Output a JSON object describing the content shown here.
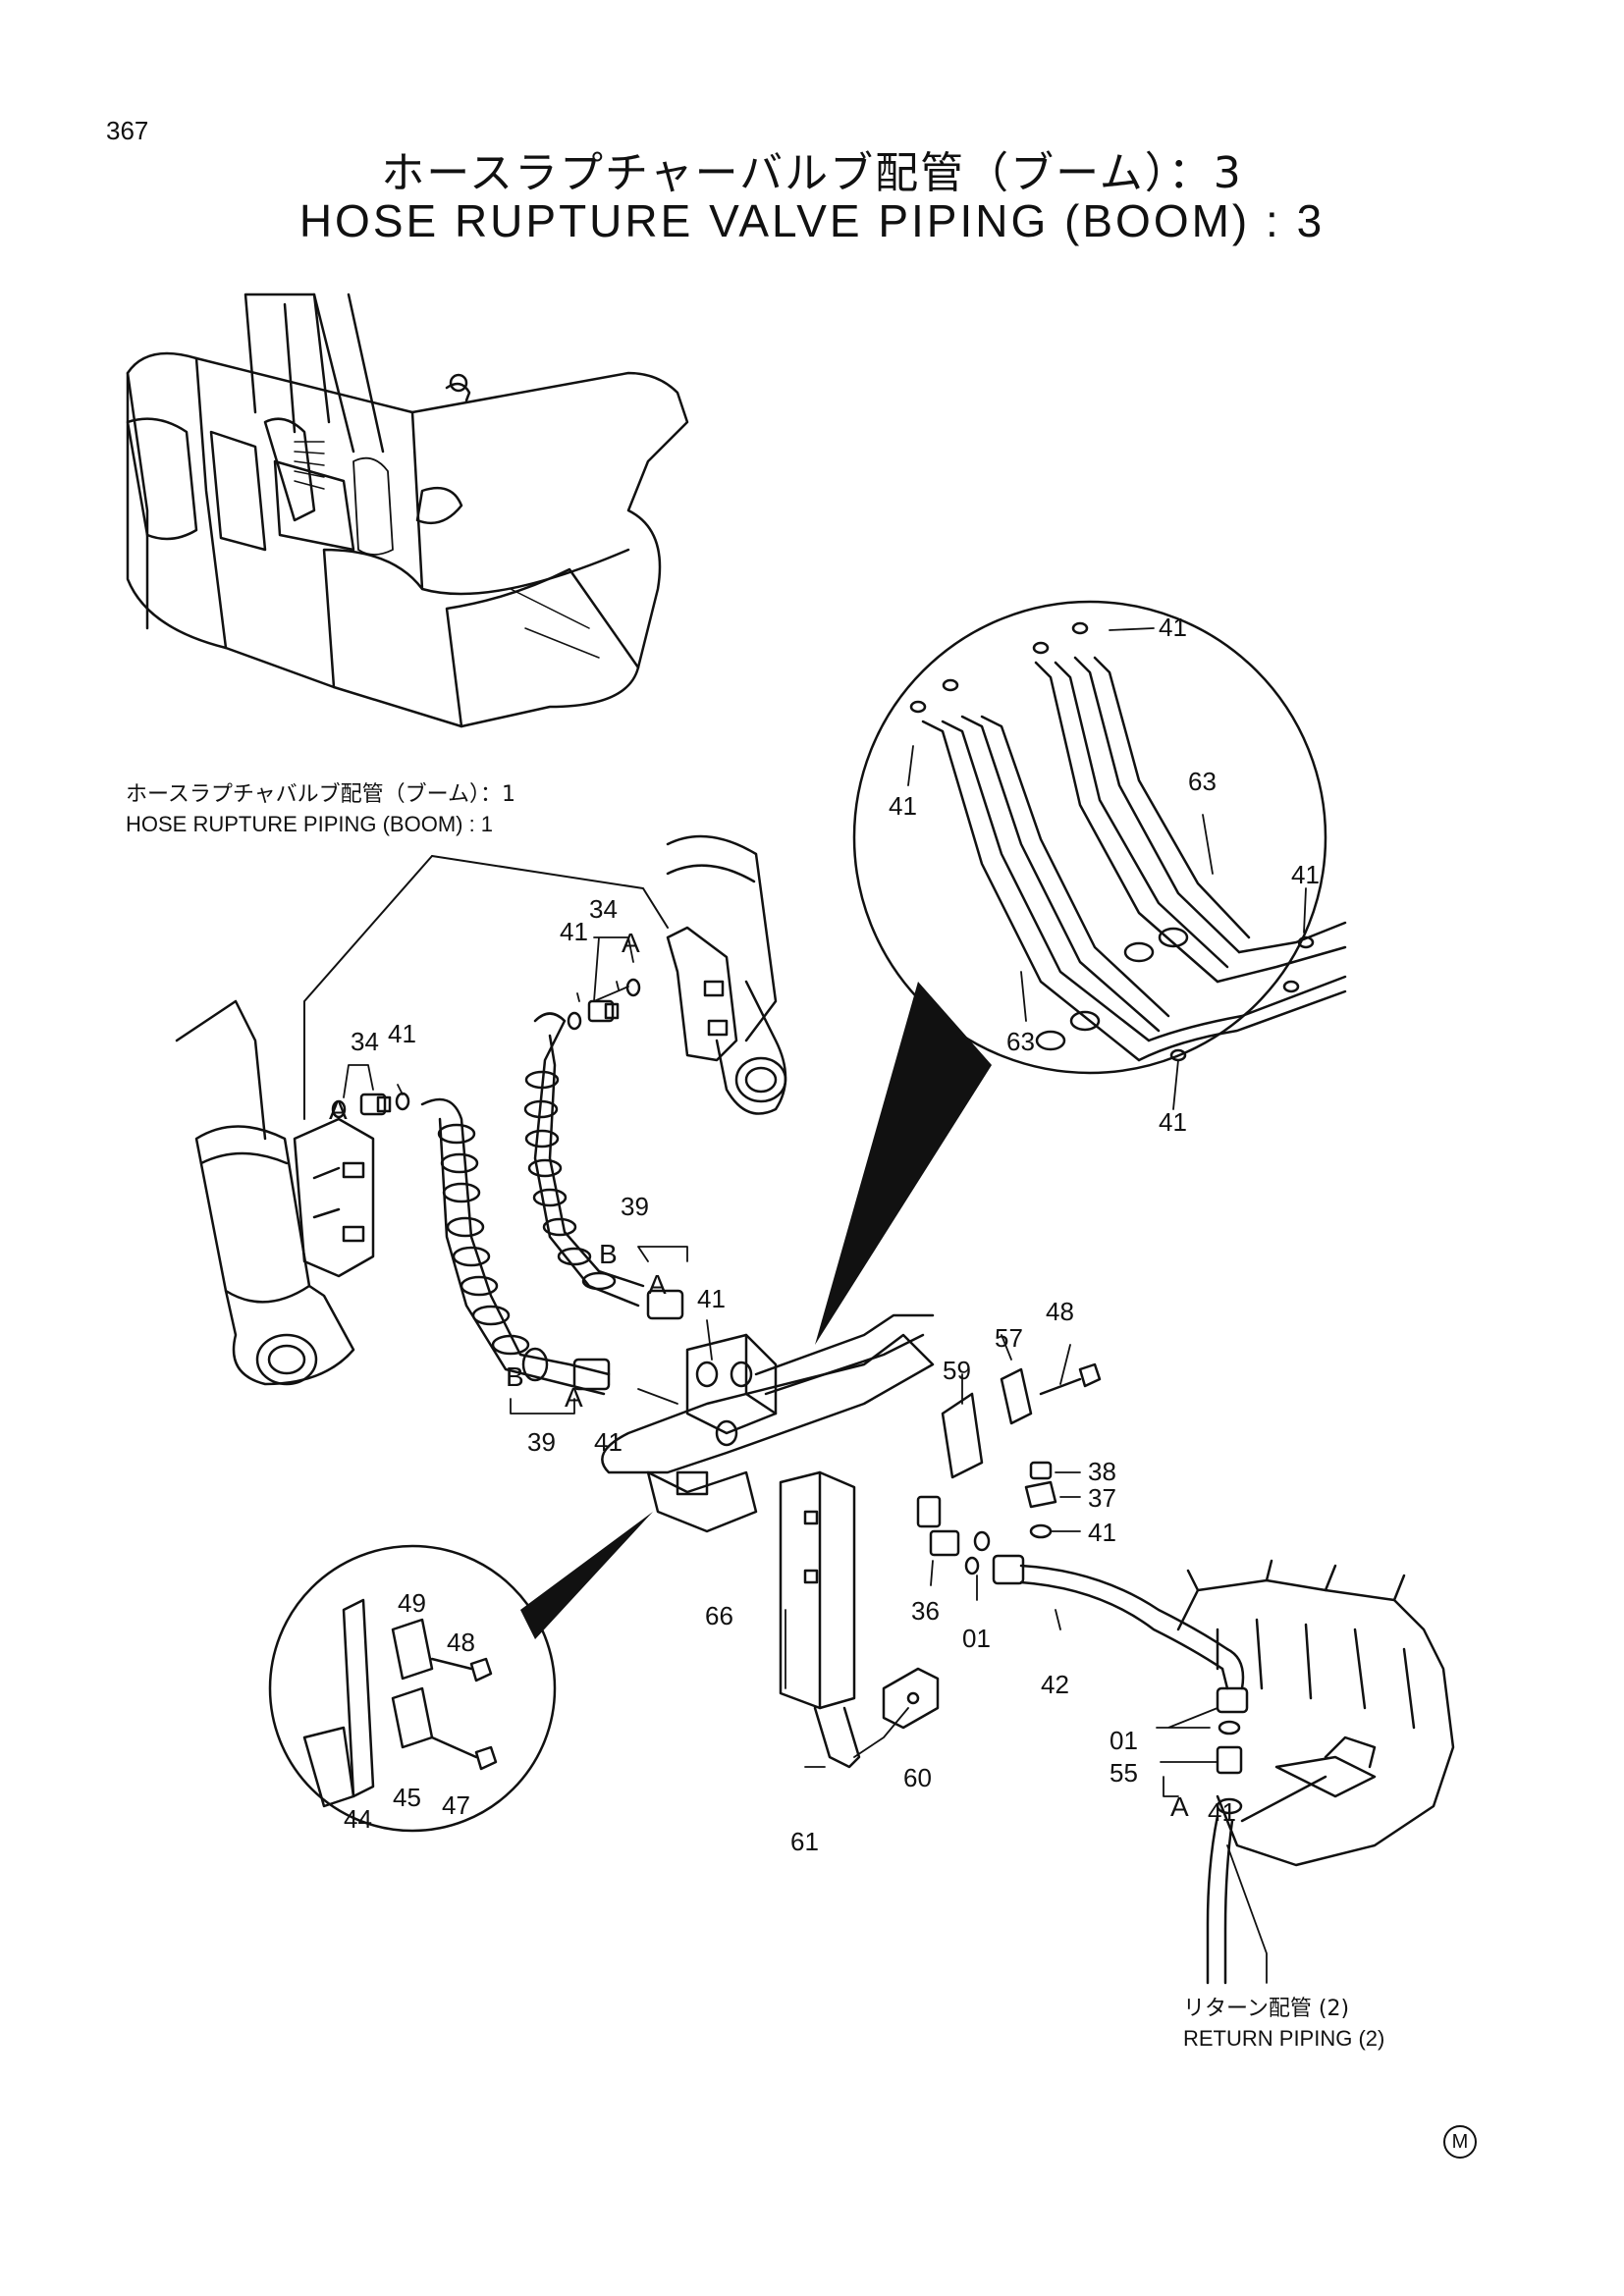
{
  "page": {
    "number": "367",
    "title_jp": "ホースラプチャーバルブ配管（ブーム）：3",
    "title_en": "HOSE RUPTURE VALVE PIPING (BOOM) : 3"
  },
  "references": {
    "boom_piping": {
      "jp": "ホースラプチャバルブ配管（ブーム）：1",
      "en": "HOSE RUPTURE PIPING (BOOM) : 1"
    },
    "return_piping": {
      "jp": "リターン配管 (2)",
      "en": "RETURN PIPING (2)"
    }
  },
  "mark": "M",
  "callouts": [
    {
      "id": "c41a",
      "text": "41"
    },
    {
      "id": "c41b",
      "text": "41"
    },
    {
      "id": "c63a",
      "text": "63"
    },
    {
      "id": "c41c",
      "text": "41"
    },
    {
      "id": "c63b",
      "text": "63"
    },
    {
      "id": "c41d",
      "text": "41"
    },
    {
      "id": "c41e",
      "text": "41"
    },
    {
      "id": "c34a",
      "text": "34"
    },
    {
      "id": "c34b",
      "text": "34"
    },
    {
      "id": "c41f",
      "text": "41"
    },
    {
      "id": "c39a",
      "text": "39"
    },
    {
      "id": "c41g",
      "text": "41"
    },
    {
      "id": "c39b",
      "text": "39"
    },
    {
      "id": "c41h",
      "text": "41"
    },
    {
      "id": "c48a",
      "text": "48"
    },
    {
      "id": "c57",
      "text": "57"
    },
    {
      "id": "c59",
      "text": "59"
    },
    {
      "id": "c38",
      "text": "38"
    },
    {
      "id": "c37",
      "text": "37"
    },
    {
      "id": "c41i",
      "text": "41"
    },
    {
      "id": "c36",
      "text": "36"
    },
    {
      "id": "c01a",
      "text": "01"
    },
    {
      "id": "c66",
      "text": "66"
    },
    {
      "id": "c42",
      "text": "42"
    },
    {
      "id": "c49",
      "text": "49"
    },
    {
      "id": "c48b",
      "text": "48"
    },
    {
      "id": "c44",
      "text": "44"
    },
    {
      "id": "c45",
      "text": "45"
    },
    {
      "id": "c47",
      "text": "47"
    },
    {
      "id": "c60",
      "text": "60"
    },
    {
      "id": "c61",
      "text": "61"
    },
    {
      "id": "c01b",
      "text": "01"
    },
    {
      "id": "c55",
      "text": "55"
    },
    {
      "id": "c41j",
      "text": "41"
    }
  ],
  "letters": [
    {
      "id": "la1",
      "text": "A"
    },
    {
      "id": "la2",
      "text": "A"
    },
    {
      "id": "la3",
      "text": "B"
    },
    {
      "id": "la4",
      "text": "A"
    },
    {
      "id": "la5",
      "text": "B"
    },
    {
      "id": "la6",
      "text": "A"
    },
    {
      "id": "la7",
      "text": "A"
    }
  ]
}
